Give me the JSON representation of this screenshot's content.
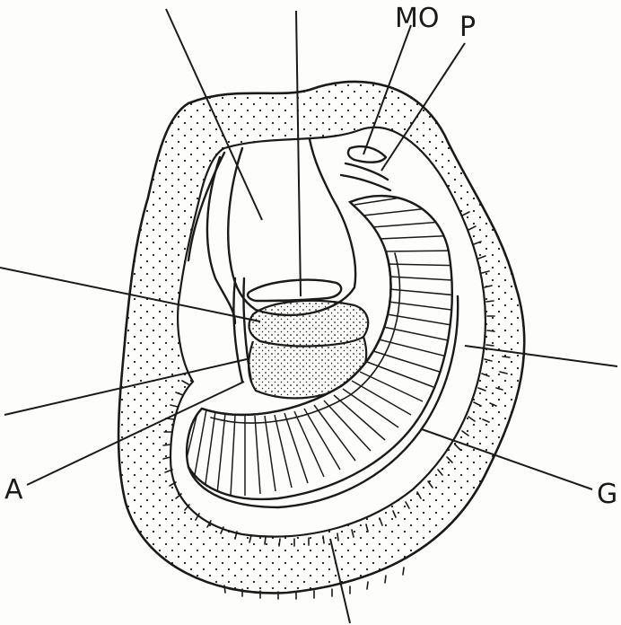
{
  "diagram": {
    "labels": {
      "mo": "MO",
      "p": "P",
      "a": "A",
      "g": "G"
    },
    "colors": {
      "ink": "#1a1a1a",
      "paper": "#fdfdfb"
    }
  }
}
